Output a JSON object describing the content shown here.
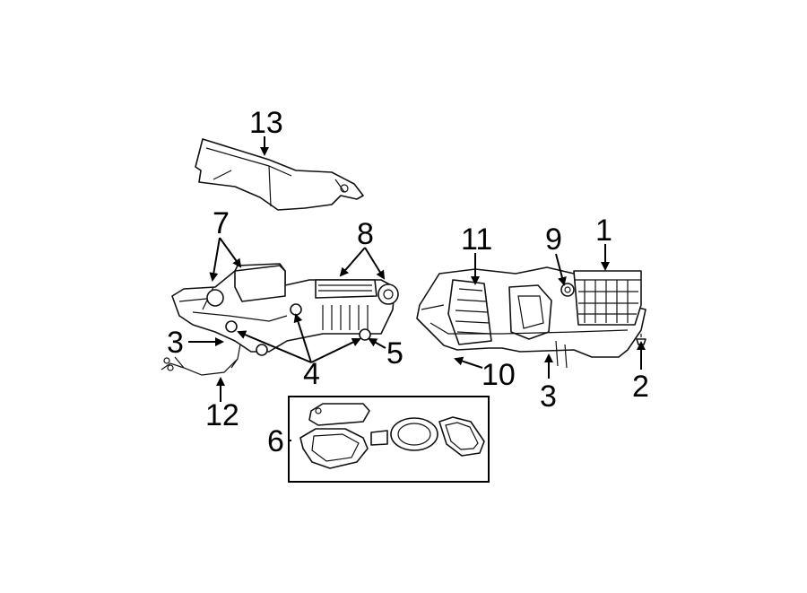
{
  "diagram": {
    "callouts": {
      "c1": "1",
      "c2": "2",
      "c3a": "3",
      "c3b": "3",
      "c4": "4",
      "c5": "5",
      "c6": "6",
      "c7": "7",
      "c8": "8",
      "c9": "9",
      "c10": "10",
      "c11": "11",
      "c12": "12",
      "c13": "13"
    }
  }
}
